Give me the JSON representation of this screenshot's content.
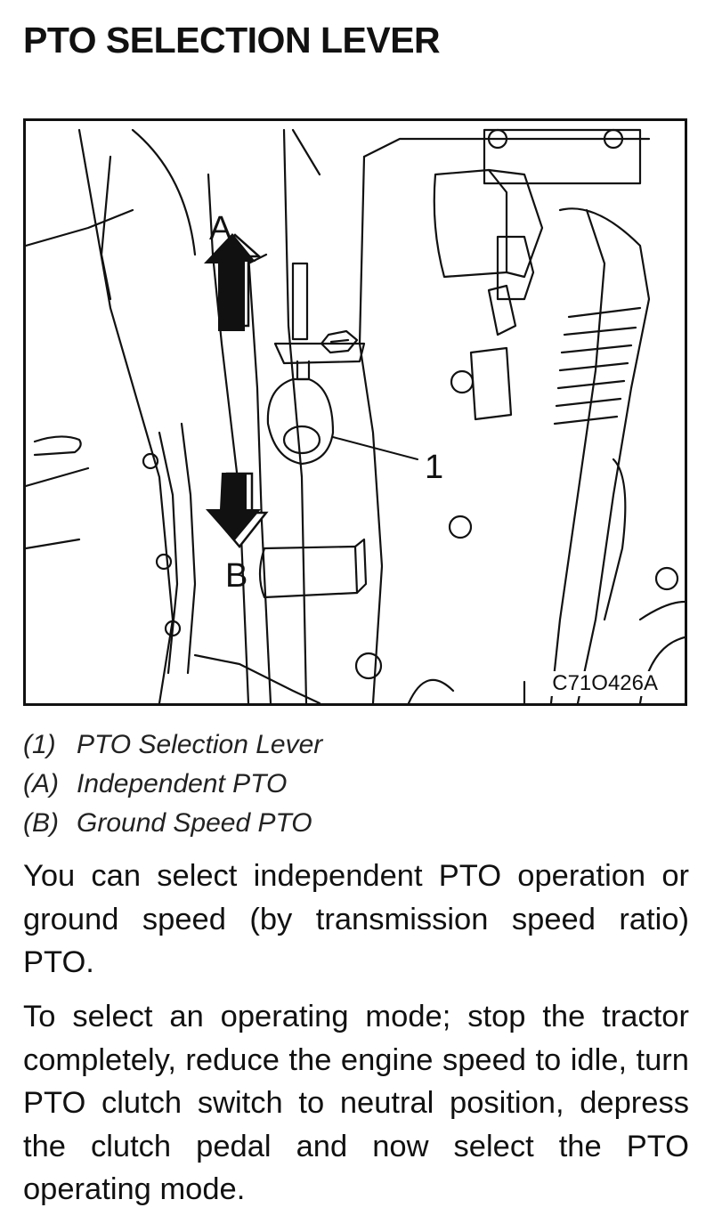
{
  "title": "PTO SELECTION LEVER",
  "figure": {
    "code": "C71O426A",
    "callout_1": "1",
    "label_a": "A",
    "label_b": "B"
  },
  "legend": [
    {
      "key": "(1)",
      "text": "PTO Selection Lever"
    },
    {
      "key": "(A)",
      "text": "Independent PTO"
    },
    {
      "key": "(B)",
      "text": "Ground Speed PTO"
    }
  ],
  "paragraphs": [
    "You can select independent PTO operation or ground speed (by transmission speed ratio) PTO.",
    "To select an operating mode; stop the tractor completely, reduce the engine speed to idle, turn PTO clutch switch to neutral position, depress the clutch pedal and now select the PTO operating mode."
  ]
}
